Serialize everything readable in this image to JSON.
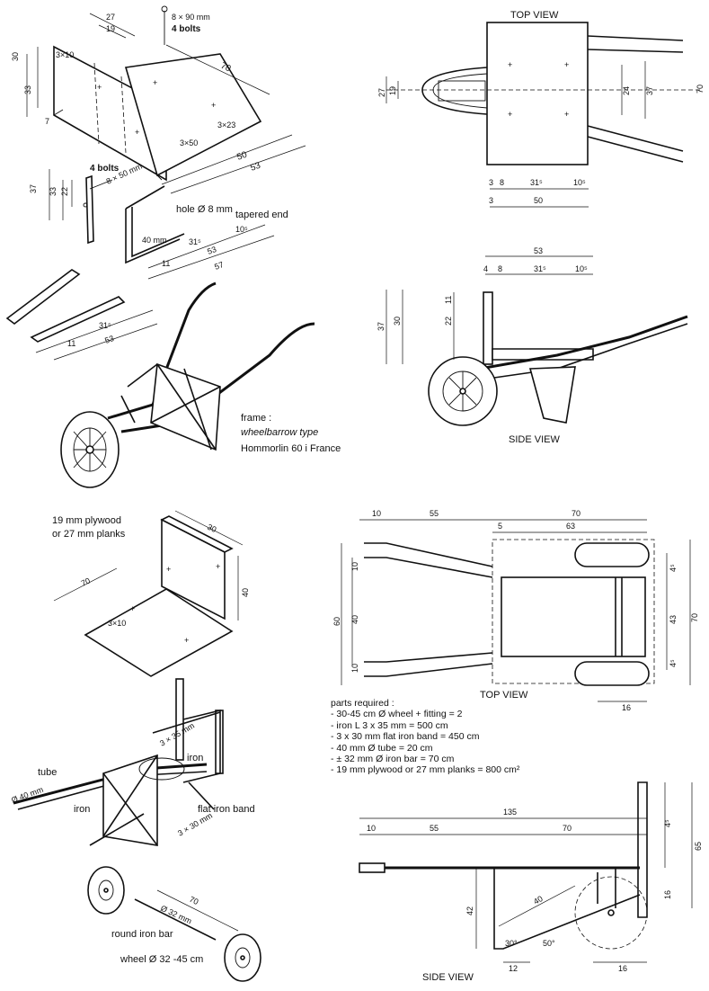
{
  "frame_note": {
    "line1": "frame :",
    "line2": "wheelbarrow type",
    "line3": "Hommorlin 60 i France"
  },
  "views": {
    "top_view_a": "TOP VIEW",
    "side_view_a": "SIDE VIEW",
    "top_view_b": "TOP VIEW",
    "side_view_b": "SIDE VIEW"
  },
  "bolts": {
    "top_spec": "8 × 90 mm",
    "top_count": "4 bolts",
    "mid_count": "4 bolts",
    "mid_spec": "8 × 50 mm"
  },
  "labels": {
    "hole": "hole Ø 8 mm",
    "tapered": "tapered end",
    "board_spec_1": "19 mm plywood",
    "board_spec_2": "or 27 mm planks",
    "tube": "tube",
    "tube_dia": "Ø 40 mm",
    "iron": "iron",
    "iron2": "iron",
    "iron_angle": "3 × 35 mm",
    "flat_band": "flat iron band",
    "flat_band_dim": "3 × 30 mm",
    "round_bar": "round iron bar",
    "round_bar_dia": "Ø 32 mm",
    "wheel": "wheel Ø 32 -45 cm",
    "len_40mm": "40 mm"
  },
  "parts": {
    "title": "parts required :",
    "items": [
      "- 30-45 cm Ø wheel + fitting = 2",
      "- iron L 3 x 35 mm = 500 cm",
      "- 3 x 30 mm flat iron band = 450 cm",
      "- 40 mm Ø tube = 20 cm",
      "- ± 32 mm Ø iron bar = 70 cm",
      "- 19 mm plywood or 27 mm planks = 800 cm²"
    ]
  },
  "dims": {
    "d27": "27",
    "d19": "19",
    "d30": "30",
    "d33": "33",
    "d70": "70",
    "d3x10": "3×10",
    "d3x23": "3×23",
    "d3x50": "3×50",
    "d50": "50",
    "d53": "53",
    "d7": "7",
    "d37": "37",
    "d22": "22",
    "d11": "11",
    "d40": "40",
    "d10": "10",
    "d5": "5",
    "d8": "8",
    "d31_5": "31⁵",
    "d10_5": "10⁵",
    "d57": "57",
    "d55": "55",
    "d63": "63",
    "d60": "60",
    "d43": "43",
    "d16": "16",
    "d135": "135",
    "d65": "65",
    "d42": "42",
    "d12": "12",
    "d4": "4",
    "d3": "3",
    "d24": "24",
    "d30deg": "30°",
    "d50deg": "50°",
    "d4_5": "4⁵"
  }
}
